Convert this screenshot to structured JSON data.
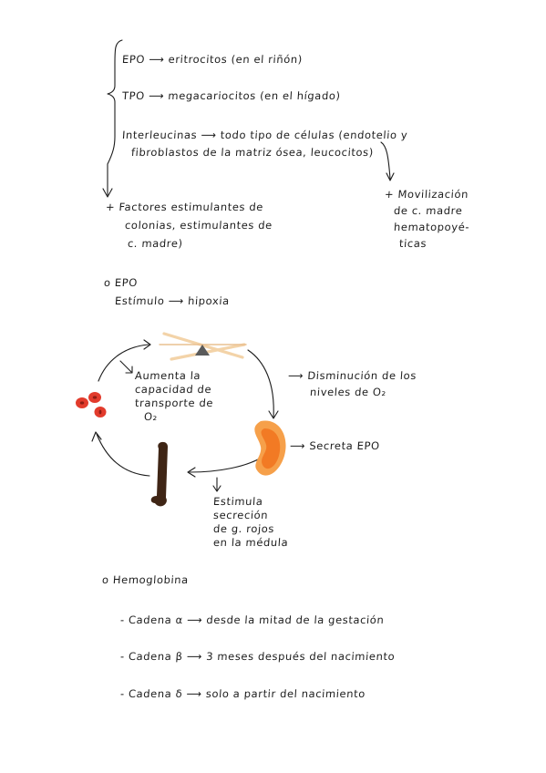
{
  "top": {
    "epo_line": "EPO ⟶ eritrocitos (en el riñón)",
    "tpo_line": "TPO ⟶ megacariocitos (en el hígado)",
    "il_line1": "Interleucinas ⟶ todo tipo de células (endotelio y",
    "il_line2": "fibroblastos de la matriz ósea, leucocitos)",
    "factores_1": "+ Factores estimulantes de",
    "factores_2": "colonias, estimulantes de",
    "factores_3": "c. madre)",
    "movil_1": "+ Movilización",
    "movil_2": "de c. madre",
    "movil_3": "hematopoyé-",
    "movil_4": "ticas"
  },
  "epo": {
    "heading": "o EPO",
    "stimulus": "Estímulo ⟶ hipoxia",
    "aumenta_1": "Aumenta la",
    "aumenta_2": "capacidad de",
    "aumenta_3": "transporte de",
    "aumenta_4": "O₂",
    "disminucion_1": "⟶ Disminución de los",
    "disminucion_2": "niveles de O₂",
    "secreta": "⟶ Secreta EPO",
    "estimula_1": "Estimula",
    "estimula_2": "secreción",
    "estimula_3": "de g. rojos",
    "estimula_4": "en la médula"
  },
  "hemoglobina": {
    "heading": "o Hemoglobina",
    "items": [
      "- Cadena α ⟶ desde la mitad de la gestación",
      "- Cadena β ⟶ 3 meses después del nacimiento",
      "- Cadena δ ⟶ solo a partir del nacimiento"
    ]
  },
  "colors": {
    "ink": "#1c1c1c",
    "kidney_outer": "#f6a04a",
    "kidney_inner": "#f27a24",
    "bone": "#3f2515",
    "blood_cell": "#e23b2c",
    "seesaw_plank": "#f3d3a8",
    "seesaw_fulcrum": "#5a5a5a"
  },
  "icons": [
    "seesaw-icon",
    "kidney-icon",
    "bone-icon",
    "red-blood-cells-icon"
  ]
}
